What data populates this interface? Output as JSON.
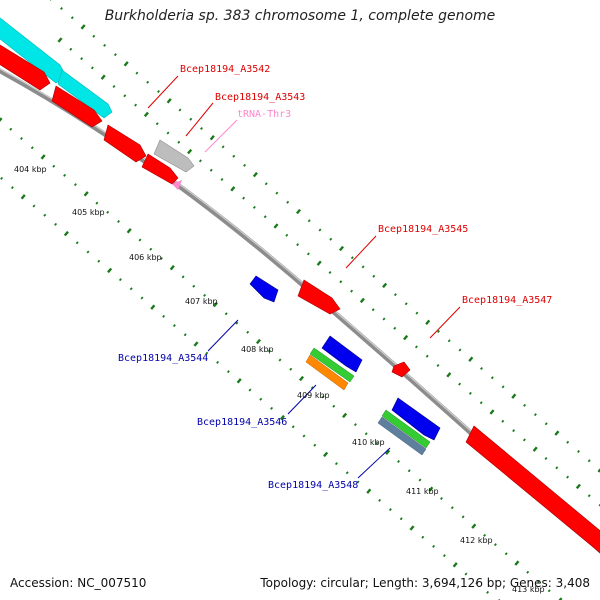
{
  "title": "Burkholderia sp. 383 chromosome 1, complete genome",
  "footer": {
    "accession": "Accession: NC_007510",
    "summary": "Topology: circular; Length: 3,694,126 bp; Genes: 3,408"
  },
  "colors": {
    "backbone": "#8c8c8c",
    "tick": "#1a7a1a",
    "gene_red": "#ff0000",
    "gene_cyan": "#00e5e5",
    "gene_blue": "#0000ee",
    "gene_gray": "#bdbdbd",
    "label_red": "#dd0000",
    "label_pink": "#ff88cc",
    "label_blue": "#0000aa",
    "track_green": "#33cc33",
    "track_orange": "#ff8800",
    "track_steel": "#5f7f9f"
  },
  "kbp_ticks": [
    "404 kbp",
    "405 kbp",
    "406 kbp",
    "407 kbp",
    "408 kbp",
    "409 kbp",
    "410 kbp",
    "411 kbp",
    "412 kbp",
    "413 kbp"
  ],
  "gene_labels": [
    {
      "id": "Bcep18194_A3542",
      "text": "Bcep18194_A3542",
      "color": "label_red"
    },
    {
      "id": "Bcep18194_A3543",
      "text": "Bcep18194_A3543",
      "color": "label_red"
    },
    {
      "id": "tRNA-Thr3",
      "text": "tRNA-Thr3",
      "color": "label_pink"
    },
    {
      "id": "Bcep18194_A3545",
      "text": "Bcep18194_A3545",
      "color": "label_red"
    },
    {
      "id": "Bcep18194_A3547",
      "text": "Bcep18194_A3547",
      "color": "label_red"
    },
    {
      "id": "Bcep18194_A3544",
      "text": "Bcep18194_A3544",
      "color": "label_blue"
    },
    {
      "id": "Bcep18194_A3546",
      "text": "Bcep18194_A3546",
      "color": "label_blue"
    },
    {
      "id": "Bcep18194_A3548",
      "text": "Bcep18194_A3548",
      "color": "label_blue"
    }
  ]
}
